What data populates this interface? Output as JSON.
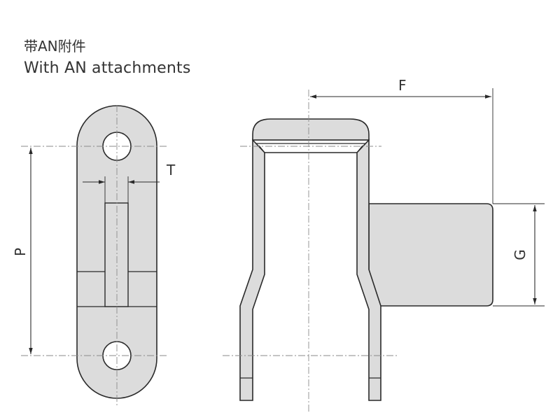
{
  "title_zh": "带AN附件",
  "title_en": "With AN attachments",
  "dimensions": {
    "P": "P",
    "T": "T",
    "F": "F",
    "G": "G"
  },
  "colors": {
    "fill": "#dcdcdc",
    "stroke": "#2a2a2a",
    "center_line": "#8a8a8a",
    "text": "#333333"
  }
}
